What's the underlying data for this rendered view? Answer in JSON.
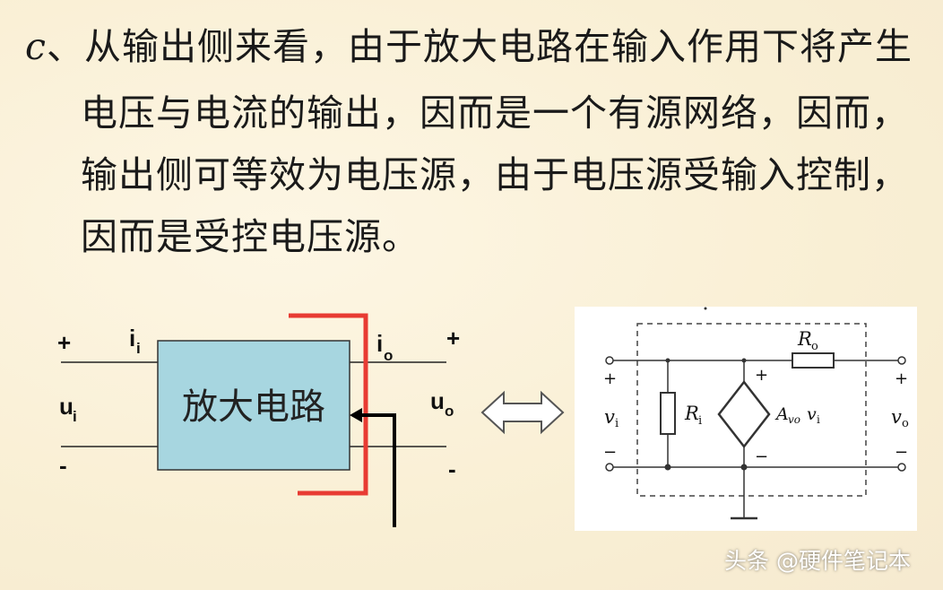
{
  "text": {
    "line1_italic": "c",
    "line1_rest": "、从输出侧来看，由于放大电路在输入作用下将产生",
    "line2": "电压与电流的输出，因而是一个有源网络，因而，",
    "line3": "输出侧可等效为电压源，由于电压源受输入控制，",
    "line4": "因而是受控电压源。"
  },
  "left_diagram": {
    "box_label": "放大电路",
    "plus_left": "+",
    "minus_left": "-",
    "plus_right": "+",
    "minus_right": "-",
    "i_in": "i",
    "i_in_sub": "i",
    "i_out": "i",
    "i_out_sub": "o",
    "u_in": "u",
    "u_in_sub": "i",
    "u_out": "u",
    "u_out_sub": "o",
    "bracket_color": "#e83b33",
    "box_fill": "#a7d6e0"
  },
  "right_diagram": {
    "plus_in": "+",
    "minus_in": "−",
    "v_in": "v",
    "v_in_sub": "i",
    "r_in": "R",
    "r_in_sub": "i",
    "src_plus": "+",
    "src_minus": "−",
    "gain": "A",
    "gain_sub": "vo",
    "gain_v": "v",
    "gain_v_sub": "i",
    "r_out": "R",
    "r_out_sub": "o",
    "plus_out": "+",
    "minus_out": "−",
    "v_out": "v",
    "v_out_sub": "o"
  },
  "watermark": "头条 @硬件笔记本"
}
